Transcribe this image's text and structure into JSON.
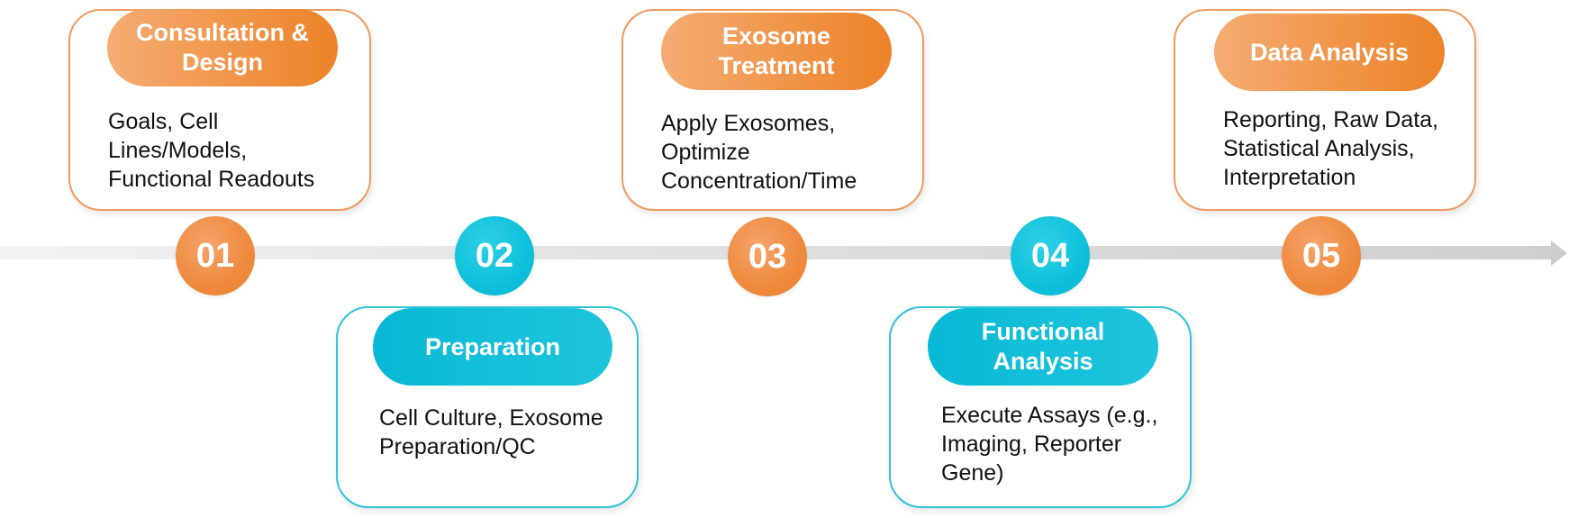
{
  "colors": {
    "orange": "#ee8a3e",
    "cyan": "#0fc0da",
    "timeline": "#d9d9d9"
  },
  "steps": [
    {
      "number": "01",
      "title": "Consultation &\nDesign",
      "description": "Goals, Cell\nLines/Models,\nFunctional Readouts",
      "color": "orange"
    },
    {
      "number": "02",
      "title": "Preparation",
      "description": "Cell Culture, Exosome\nPreparation/QC",
      "color": "cyan"
    },
    {
      "number": "03",
      "title": "Exosome\nTreatment",
      "description": "Apply Exosomes,\nOptimize\nConcentration/Time",
      "color": "orange"
    },
    {
      "number": "04",
      "title": "Functional\nAnalysis",
      "description": "Execute Assays (e.g.,\nImaging, Reporter\nGene)",
      "color": "cyan"
    },
    {
      "number": "05",
      "title": "Data Analysis",
      "description": "Reporting, Raw Data,\nStatistical Analysis,\nInterpretation",
      "color": "orange"
    }
  ]
}
